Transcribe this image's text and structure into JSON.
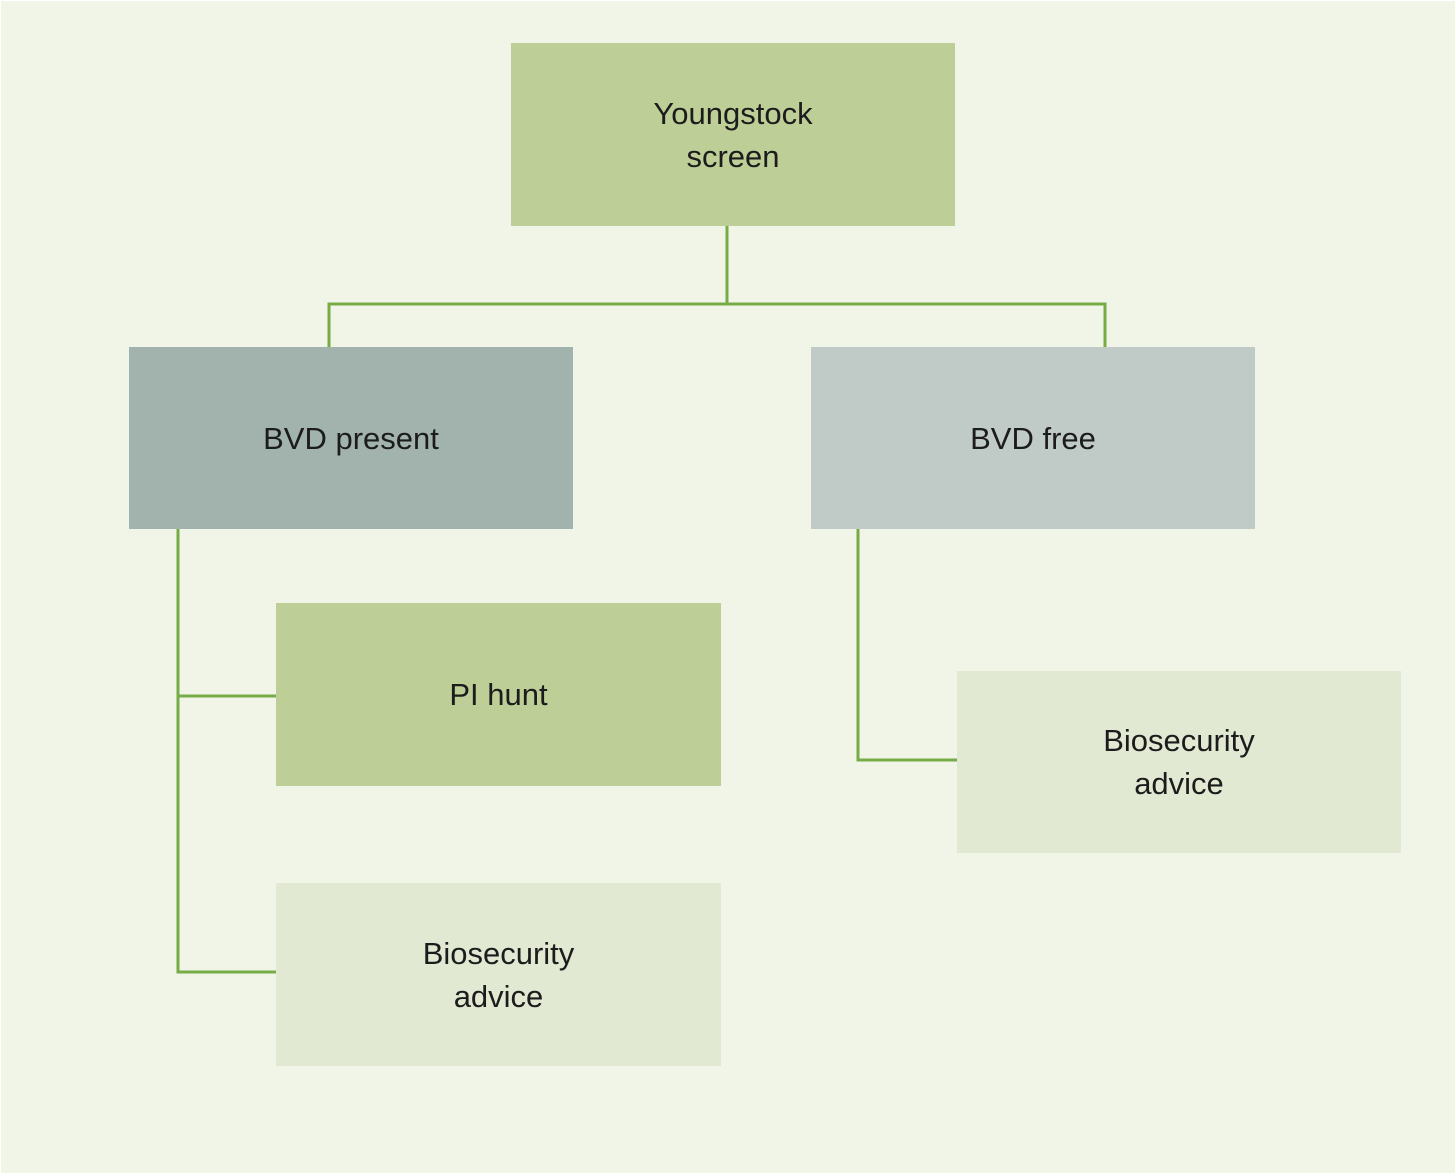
{
  "colors": {
    "background": "#f0f5e8",
    "connector": "#76ab45",
    "green_box": "#bdce97",
    "light_green_box": "#e1e9d3",
    "dark_grey_box": "#a2b3ae",
    "light_grey_box": "#c0cac6",
    "text": "#1c1c1c"
  },
  "nodes": {
    "root": {
      "label": "Youngstock screen",
      "color": "#bdce97"
    },
    "bvd_present": {
      "label": "BVD present",
      "color": "#a2b3ae"
    },
    "bvd_free": {
      "label": "BVD free",
      "color": "#c0cac6"
    },
    "pi_hunt": {
      "label": "PI hunt",
      "color": "#bdce97"
    },
    "biosecurity_left": {
      "label": "Biosecurity advice",
      "color": "#e1e9d3"
    },
    "biosecurity_right": {
      "label": "Biosecurity advice",
      "color": "#e1e9d3"
    }
  },
  "edges": [
    {
      "from": "Youngstock screen",
      "to": "BVD present"
    },
    {
      "from": "Youngstock screen",
      "to": "BVD free"
    },
    {
      "from": "BVD present",
      "to": "PI hunt"
    },
    {
      "from": "BVD present",
      "to": "Biosecurity advice"
    },
    {
      "from": "BVD free",
      "to": "Biosecurity advice"
    }
  ]
}
